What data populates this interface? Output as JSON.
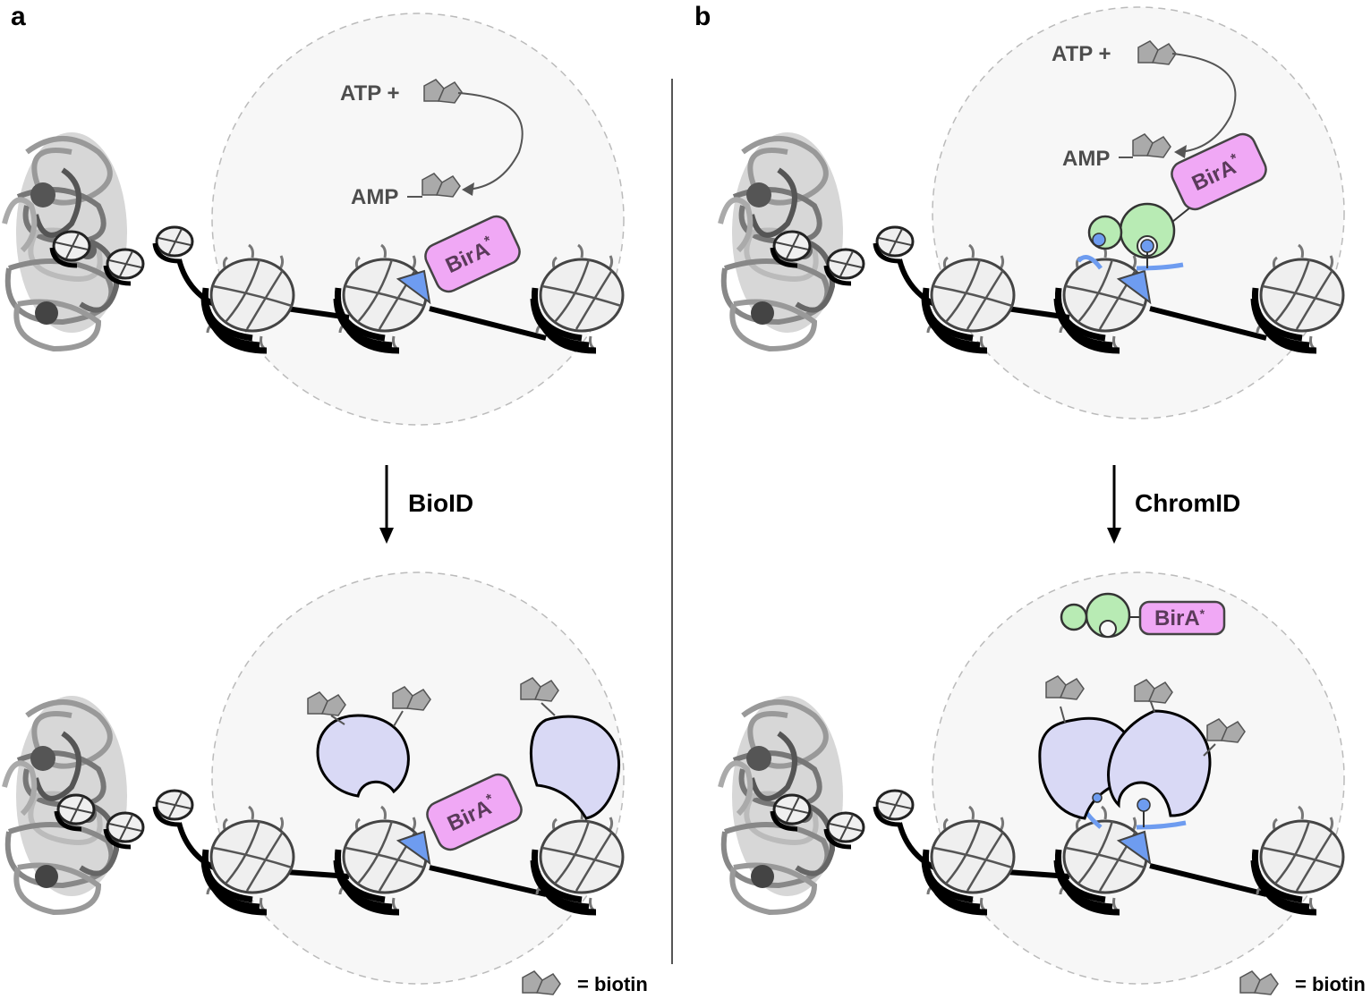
{
  "panels": [
    {
      "letter": "a",
      "step": "BioID"
    },
    {
      "letter": "b",
      "step": "ChromID"
    }
  ],
  "labels": {
    "atp": "ATP +",
    "amp": "AMP",
    "enzyme": "BirA",
    "enzyme_sup": "*",
    "legend": "= biotin"
  },
  "colors": {
    "bira_fill": "#f0a8f5",
    "reader_fill": "#b8ebb4",
    "prey_fill": "#d9d9f5",
    "biotin_fill": "#aaaaaa",
    "histone_blue": "#6e9cf0",
    "circle_fill": "#f7f7f7"
  }
}
